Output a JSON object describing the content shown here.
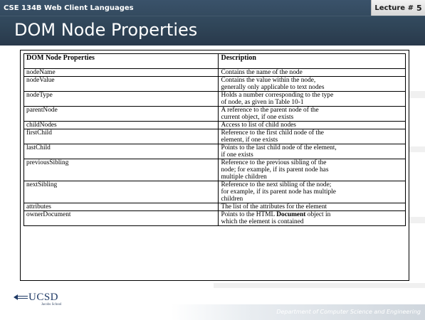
{
  "header": {
    "course": "CSE 134B  Web Client Languages",
    "title": "DOM Node Properties",
    "lecture_label": "Lecture #",
    "lecture_number": "5"
  },
  "table": {
    "headers": [
      "DOM Node Properties",
      "Description"
    ],
    "rows": [
      {
        "property": "nodeName",
        "description": [
          "Contains the name of the node"
        ]
      },
      {
        "property": "nodeValue",
        "description": [
          "Contains the value within the node,",
          "generally only applicable to text nodes"
        ]
      },
      {
        "property": "nodeType",
        "description": [
          "Holds a number corresponding to the type",
          "of node, as given in Table 10-1"
        ]
      },
      {
        "property": "parentNode",
        "description": [
          "A reference to the parent node of the",
          "current object, if one exists"
        ]
      },
      {
        "property": "childNodes",
        "description": [
          "Access to list of child nodes"
        ]
      },
      {
        "property": "firstChild",
        "description": [
          "Reference to the first child node of the",
          "element, if one exists"
        ]
      },
      {
        "property": "lastChild",
        "description": [
          "Points to the last child node of the element,",
          "if one exists"
        ]
      },
      {
        "property": "previousSibling",
        "description": [
          "Reference to the previous sibling of the",
          "node; for example, if its parent node has",
          "multiple children"
        ]
      },
      {
        "property": "nextSibling",
        "description": [
          "Reference to the next sibling of the node;",
          "for example, if its parent node has multiple",
          "children"
        ]
      },
      {
        "property": "attributes",
        "description": [
          "The list of the attributes for the element"
        ]
      },
      {
        "property": "ownerDocument",
        "description_parts": [
          "Points to the HTML ",
          "Document",
          " object in",
          "which the element is contained"
        ]
      }
    ]
  },
  "footer": {
    "logo": "UCSD",
    "logo_sub": "Jacobs School",
    "department": "Department of Computer Science and Engineering"
  },
  "colors": {
    "header_bg": "#304659",
    "logo_blue": "#1f3a66"
  }
}
